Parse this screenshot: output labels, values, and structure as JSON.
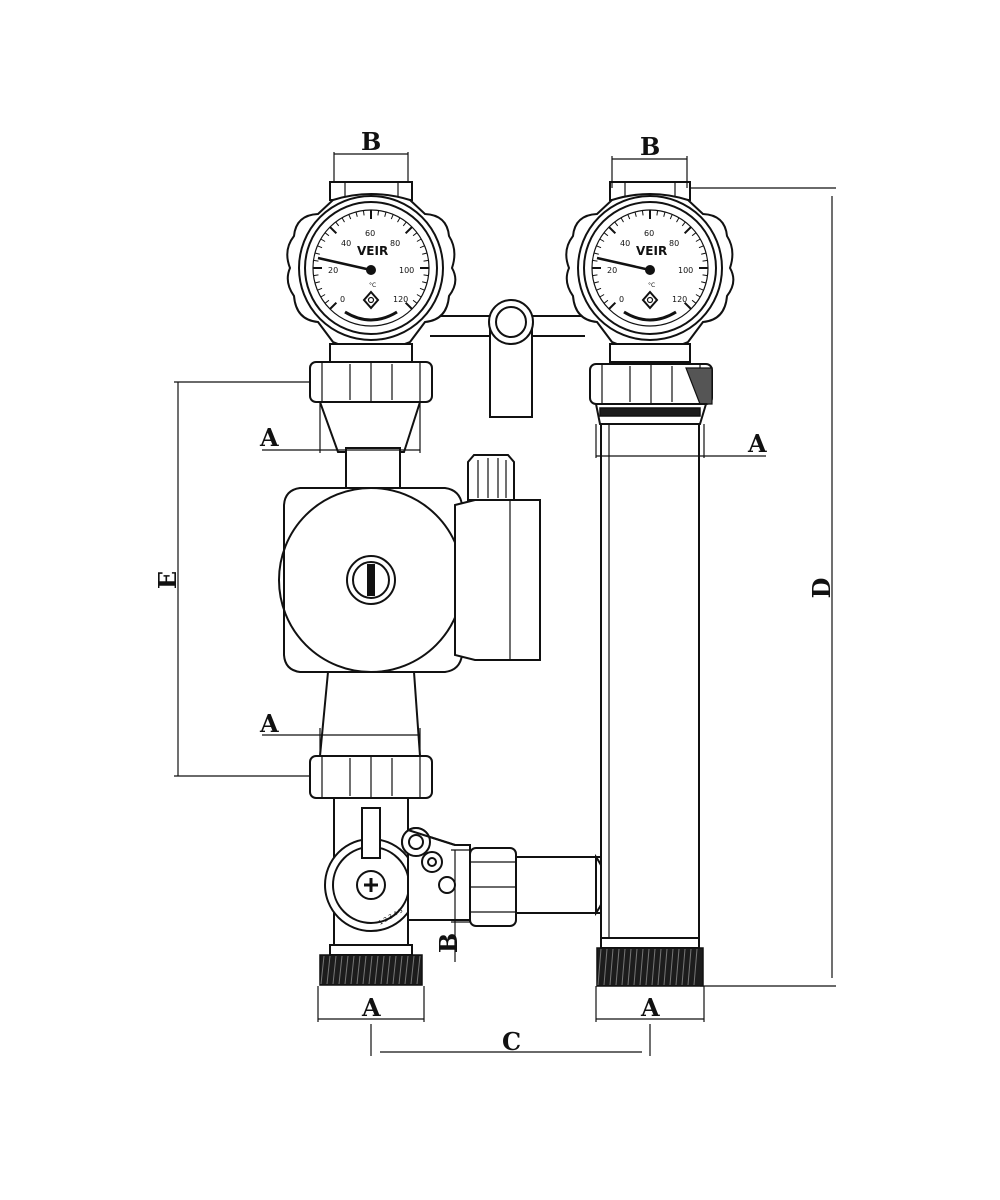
{
  "dimensions": {
    "a_upper_left": "A",
    "a_lower_left": "A",
    "a_right_mid": "A",
    "a_bottom_left": "A",
    "a_bottom_right": "A",
    "b_top_left": "B",
    "b_top_right": "B",
    "b_side": "B",
    "c": "C",
    "d": "D",
    "e": "E"
  },
  "gauge_left": {
    "brand": "VEIR",
    "unit": "°C",
    "scale": [
      "0",
      "20",
      "40",
      "60",
      "80",
      "100",
      "120"
    ]
  },
  "gauge_right": {
    "brand": "VEIR",
    "unit": "°C",
    "scale": [
      "0",
      "20",
      "40",
      "60",
      "80",
      "100",
      "120"
    ]
  }
}
